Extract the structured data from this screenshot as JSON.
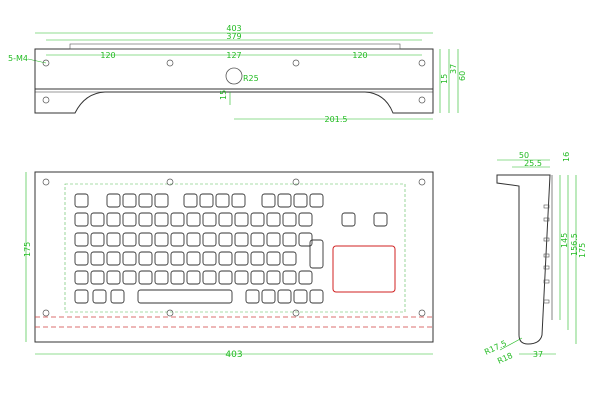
{
  "drawing": {
    "top_view": {
      "dim_overall": "403",
      "dim_inner": "379",
      "dim_left_seg": "120",
      "dim_center_seg": "127",
      "dim_right_seg": "120",
      "dim_screw_label": "5-M4",
      "dim_radius": "R25",
      "dim_height_a": "15",
      "dim_cutout": "201.5",
      "dim_right_1": "15",
      "dim_right_2": "37",
      "dim_right_3": "60"
    },
    "front_view": {
      "dim_width": "403",
      "dim_height": "175"
    },
    "side_view": {
      "dim_top_1": "50",
      "dim_top_2": "25.5",
      "dim_top_3": "16",
      "dim_right_1": "145",
      "dim_right_2": "156.5",
      "dim_right_3": "175",
      "dim_bottom": "37",
      "dim_radius_1": "R17.5",
      "dim_radius_2": "R18"
    }
  }
}
